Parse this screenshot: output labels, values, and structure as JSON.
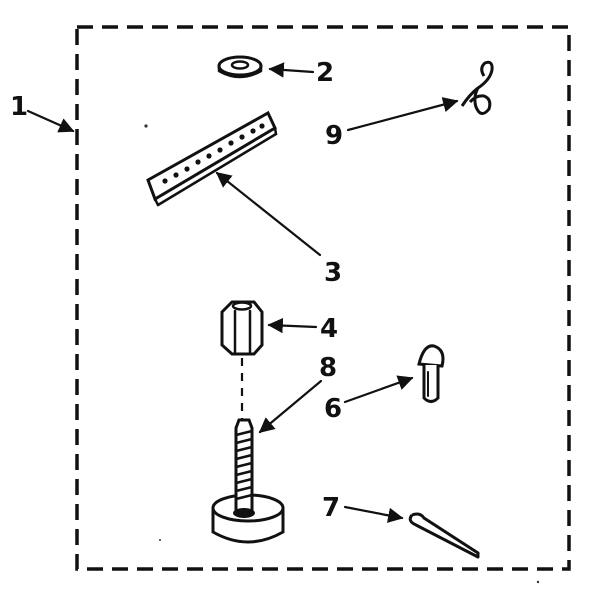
{
  "diagram": {
    "callouts": {
      "kit": "1",
      "washer": "2",
      "bracket": "3",
      "coupling_nut": "4",
      "rivet": "6",
      "cotter_pin": "7",
      "leveling_leg": "8",
      "wire_clip": "9"
    },
    "colors": {
      "ink": "#111111",
      "background": "#ffffff"
    }
  }
}
